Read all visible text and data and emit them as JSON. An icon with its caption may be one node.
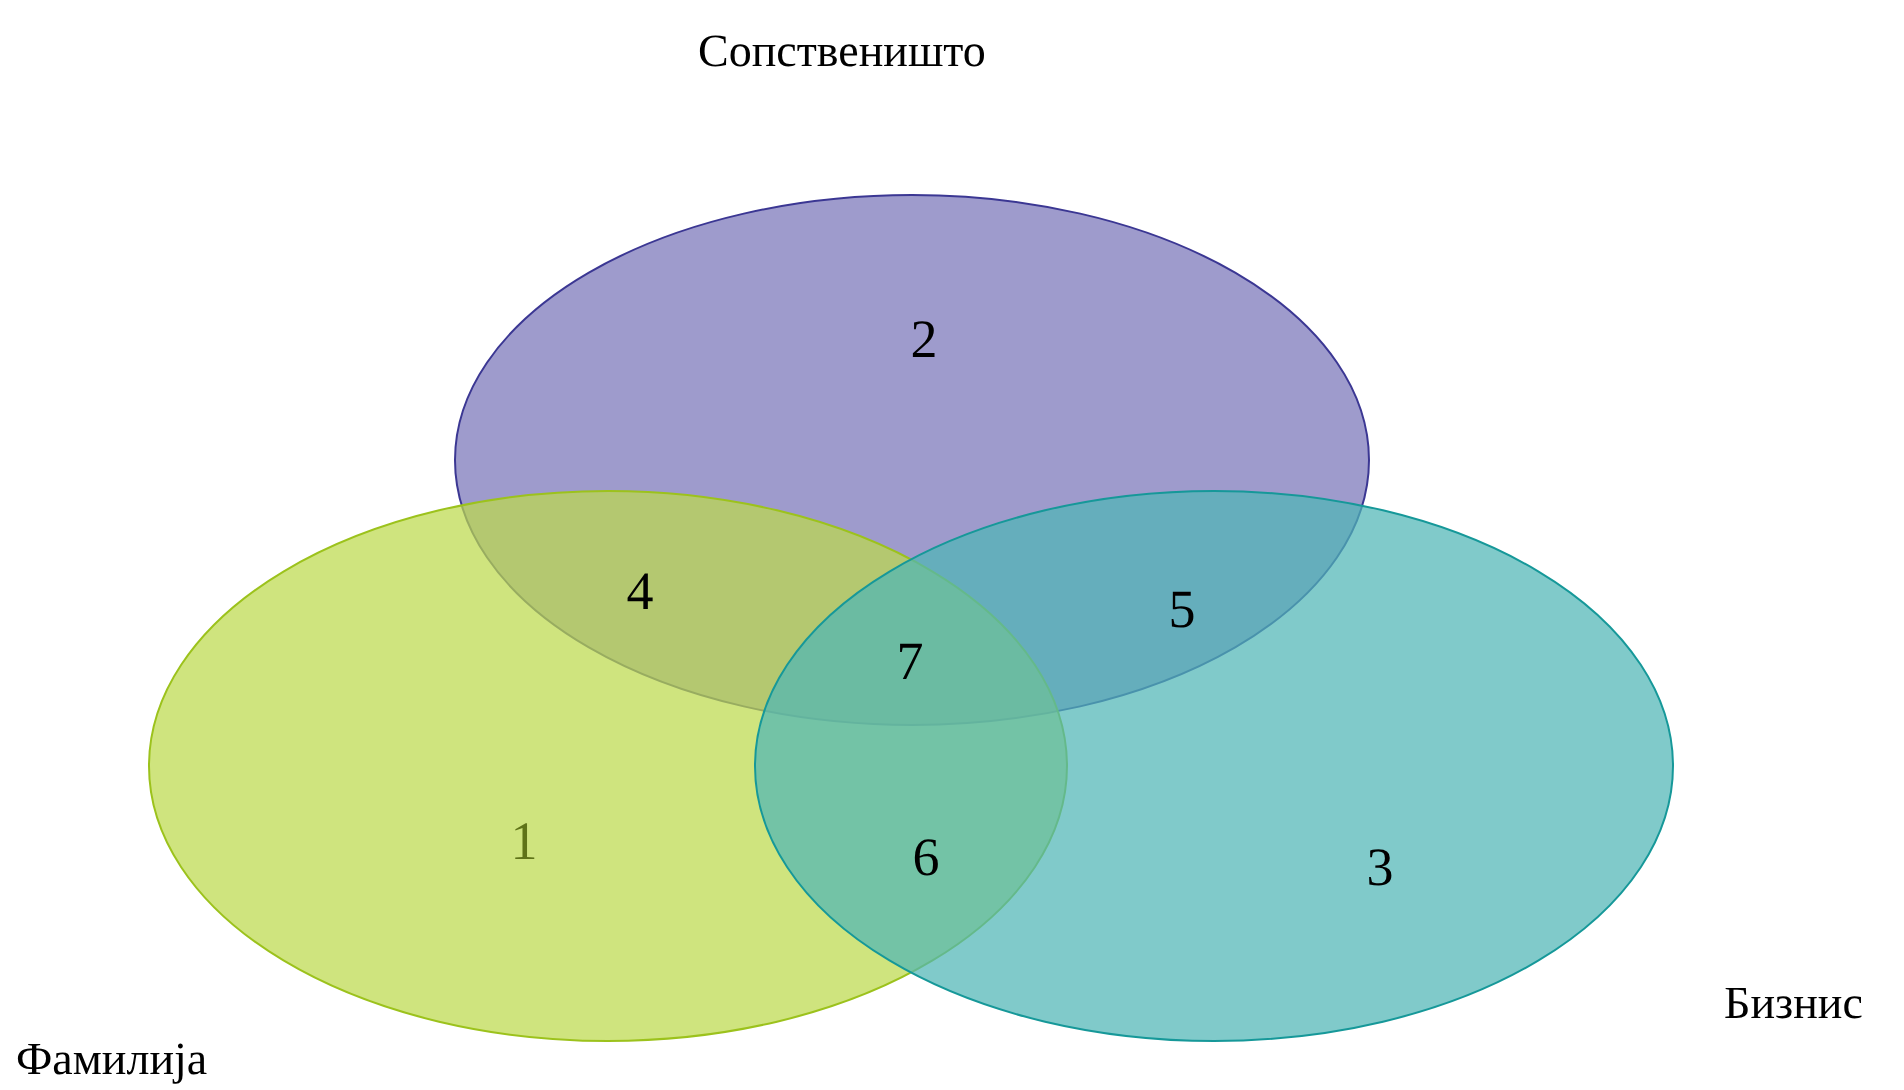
{
  "diagram": {
    "nodes": [
      {
        "text": [
          "Сопственишто",
          "2"
        ]
      },
      {
        "text": [
          "Фамилија",
          "1"
        ]
      },
      {
        "text": [
          "Бизнис",
          "3"
        ]
      }
    ],
    "labels": [
      "4",
      "5",
      "7",
      "6"
    ]
  }
}
